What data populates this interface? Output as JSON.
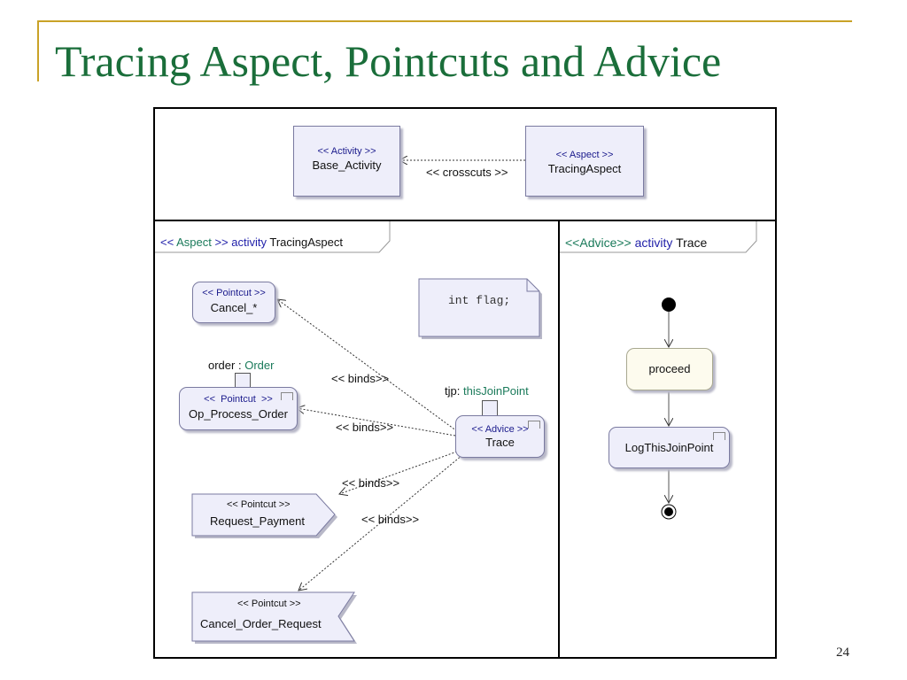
{
  "slide": {
    "title": "Tracing Aspect, Pointcuts and Advice",
    "page_number": "24",
    "accent_color": "#c9a227",
    "title_color": "#1a6e3a"
  },
  "top_panel": {
    "base_activity": {
      "stereotype": "<< Activity >>",
      "name": "Base_Activity"
    },
    "tracing_aspect": {
      "stereotype": "<< Aspect >>",
      "name": "TracingAspect"
    },
    "crosscuts_label": "<< crosscuts >>"
  },
  "aspect_panel": {
    "header": {
      "stereo_open": "<< ",
      "stereo_word": "Aspect",
      "stereo_close": " >>",
      "kind": "activity",
      "name": "TracingAspect"
    },
    "note": "int flag;",
    "pointcuts": [
      {
        "stereotype": "<< Pointcut >>",
        "name": "Cancel_*"
      },
      {
        "stereotype": "<<  Pointcut  >>",
        "name": "Op_Process_Order",
        "param_name": "order",
        "param_sep": ":",
        "param_type": "Order"
      },
      {
        "stereotype": "<< Pointcut >>",
        "name": "Request_Payment"
      },
      {
        "stereotype": "<< Pointcut >>",
        "name": "Cancel_Order_Request"
      }
    ],
    "advice": {
      "stereotype": "<< Advice >>",
      "name": "Trace",
      "param_name": "tjp",
      "param_sep": ":",
      "param_type": "thisJoinPoint"
    },
    "binds_labels": [
      "<< binds>>",
      "<< binds>>",
      "<< binds>>",
      "<< binds>>"
    ]
  },
  "advice_panel": {
    "header": {
      "stereo": "<<Advice>>",
      "kind": "activity",
      "name": "Trace"
    },
    "proceed": "proceed",
    "log_action": "LogThisJoinPoint"
  }
}
